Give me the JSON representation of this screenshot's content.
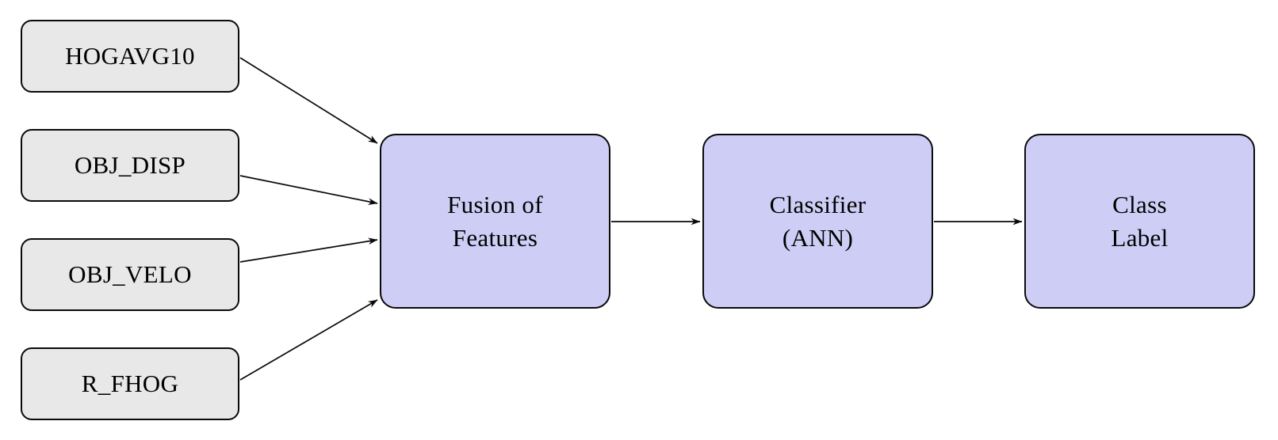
{
  "diagram": {
    "colors": {
      "background": "#ffffff",
      "input_node_fill": "#e8e8e8",
      "process_node_fill": "#cdcdf5",
      "node_border": "#0a0a0a",
      "edge_stroke": "#0a0a0a",
      "text": "#000000"
    },
    "nodes": {
      "inputs": [
        {
          "label": "HOGAVG10"
        },
        {
          "label": "OBJ_DISP"
        },
        {
          "label": "OBJ_VELO"
        },
        {
          "label": "R_FHOG"
        }
      ],
      "fusion": {
        "line1": "Fusion of",
        "line2": "Features"
      },
      "classifier": {
        "line1": "Classifier",
        "line2": "(ANN)"
      },
      "class_label": {
        "line1": "Class",
        "line2": "Label"
      }
    },
    "edges": [
      {
        "from": "HOGAVG10",
        "to": "Fusion of Features"
      },
      {
        "from": "OBJ_DISP",
        "to": "Fusion of Features"
      },
      {
        "from": "OBJ_VELO",
        "to": "Fusion of Features"
      },
      {
        "from": "R_FHOG",
        "to": "Fusion of Features"
      },
      {
        "from": "Fusion of Features",
        "to": "Classifier (ANN)"
      },
      {
        "from": "Classifier (ANN)",
        "to": "Class Label"
      }
    ]
  }
}
